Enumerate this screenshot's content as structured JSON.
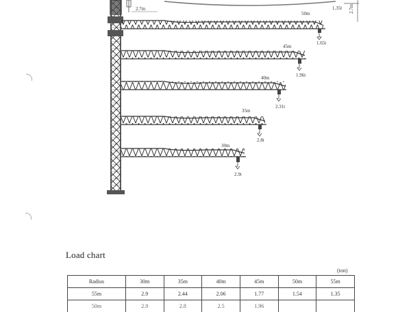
{
  "diagram": {
    "top_labels": {
      "hook_offset": "2.7m",
      "tip_load_top": "1.35t",
      "height_dim": "2.7m"
    },
    "jibs": [
      {
        "length": "50m",
        "tip_load": "1.65t"
      },
      {
        "length": "45m",
        "tip_load": "1.96t"
      },
      {
        "length": "40m",
        "tip_load": "2.31t"
      },
      {
        "length": "35m",
        "tip_load": "2.8t"
      },
      {
        "length": "30m",
        "tip_load": "2.9t"
      }
    ]
  },
  "load_chart": {
    "title": "Load chart",
    "unit": "(ton)",
    "headers": [
      "Radius",
      "30m",
      "35m",
      "40m",
      "45m",
      "50m",
      "55m"
    ],
    "rows": [
      [
        "55m",
        "2.9",
        "2.44",
        "2.06",
        "1.77",
        "1.54",
        "1.35"
      ],
      [
        "50m",
        "2.9",
        "2.8",
        "2.5",
        "1.96",
        "",
        ""
      ]
    ]
  }
}
